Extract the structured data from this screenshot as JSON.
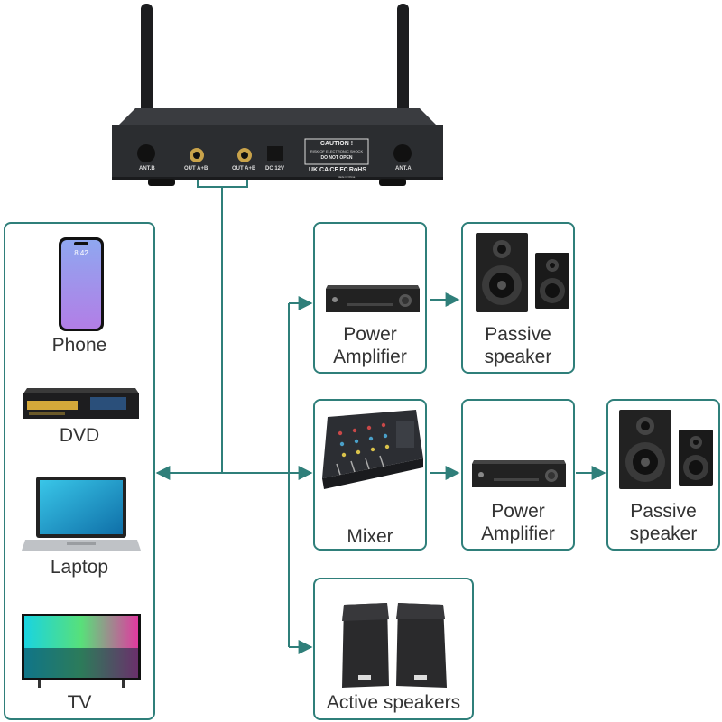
{
  "receiver": {
    "ports": {
      "ant_b": "ANT.B",
      "out_ab_1": "OUT A+B",
      "out_ab_2": "OUT A+B",
      "dc": "DC 12V",
      "ant_a": "ANT.A"
    },
    "caution": {
      "title": "CAUTION !",
      "line1": "RISK OF ELECTRONIC SHOCK",
      "line2": "DO NOT OPEN"
    },
    "certs": [
      "UK CA",
      "CE",
      "FC",
      "RoHS"
    ],
    "certs_sub": "Made in China"
  },
  "devices": [
    {
      "label": "Phone",
      "screen_time": "8:42"
    },
    {
      "label": "DVD"
    },
    {
      "label": "Laptop"
    },
    {
      "label": "TV"
    }
  ],
  "chains": {
    "row1": {
      "amp": "Power\nAmplifier",
      "speaker": "Passive\nspeaker"
    },
    "row2": {
      "mixer": "Mixer",
      "amp": "Power\nAmplifier",
      "speaker": "Passive\nspeaker"
    },
    "row3": {
      "active": "Active speakers"
    }
  },
  "colors": {
    "line": "#2f7f7a",
    "receiver_body": "#2b2d30"
  }
}
